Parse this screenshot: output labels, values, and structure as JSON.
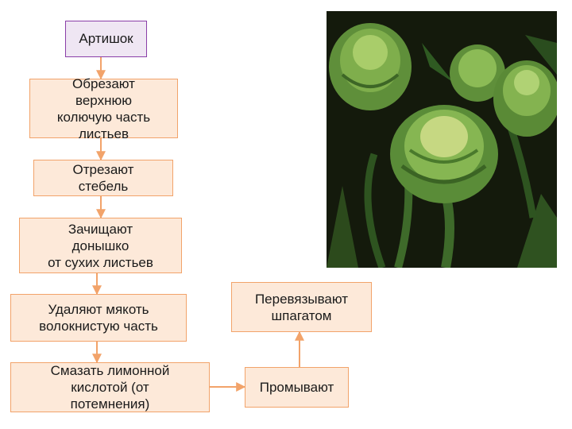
{
  "diagram": {
    "title": "Артишок",
    "steps": [
      "Обрезают\nверхнюю\n колючую часть\nлистьев",
      "Отрезают\nстебель",
      " Зачищают\nдонышко\nот сухих листьев",
      "Удаляют мякоть\nволокнистую часть",
      "Смазать лимонной\nкислотой (от\nпотемнения)",
      "Промывают",
      "Перевязывают\nшпагатом"
    ]
  },
  "photo": {
    "subject": "artichokes"
  },
  "colors": {
    "box_fill": "#fde9d9",
    "box_border": "#f2a36a",
    "arrow": "#f2a36a",
    "title_border": "#8a3fa8"
  }
}
